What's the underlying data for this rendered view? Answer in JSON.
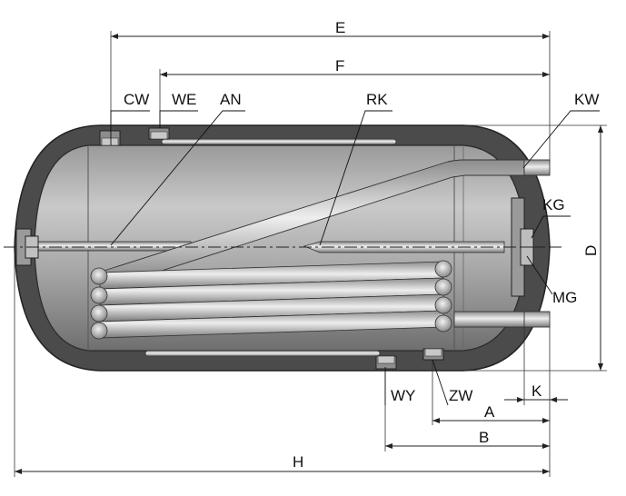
{
  "labels": {
    "CW": "CW",
    "WE": "WE",
    "AN": "AN",
    "RK": "RK",
    "KW": "KW",
    "KG": "KG",
    "MG": "MG",
    "WY": "WY",
    "ZW": "ZW"
  },
  "dimensions": {
    "E": "E",
    "F": "F",
    "D": "D",
    "H": "H",
    "A": "A",
    "B": "B",
    "K": "K"
  },
  "colors": {
    "shell": "#4b4b4b",
    "tank_light": "#d6d6d6",
    "tank_dark": "#7d7d7d",
    "coil": "#cfcfcf"
  }
}
